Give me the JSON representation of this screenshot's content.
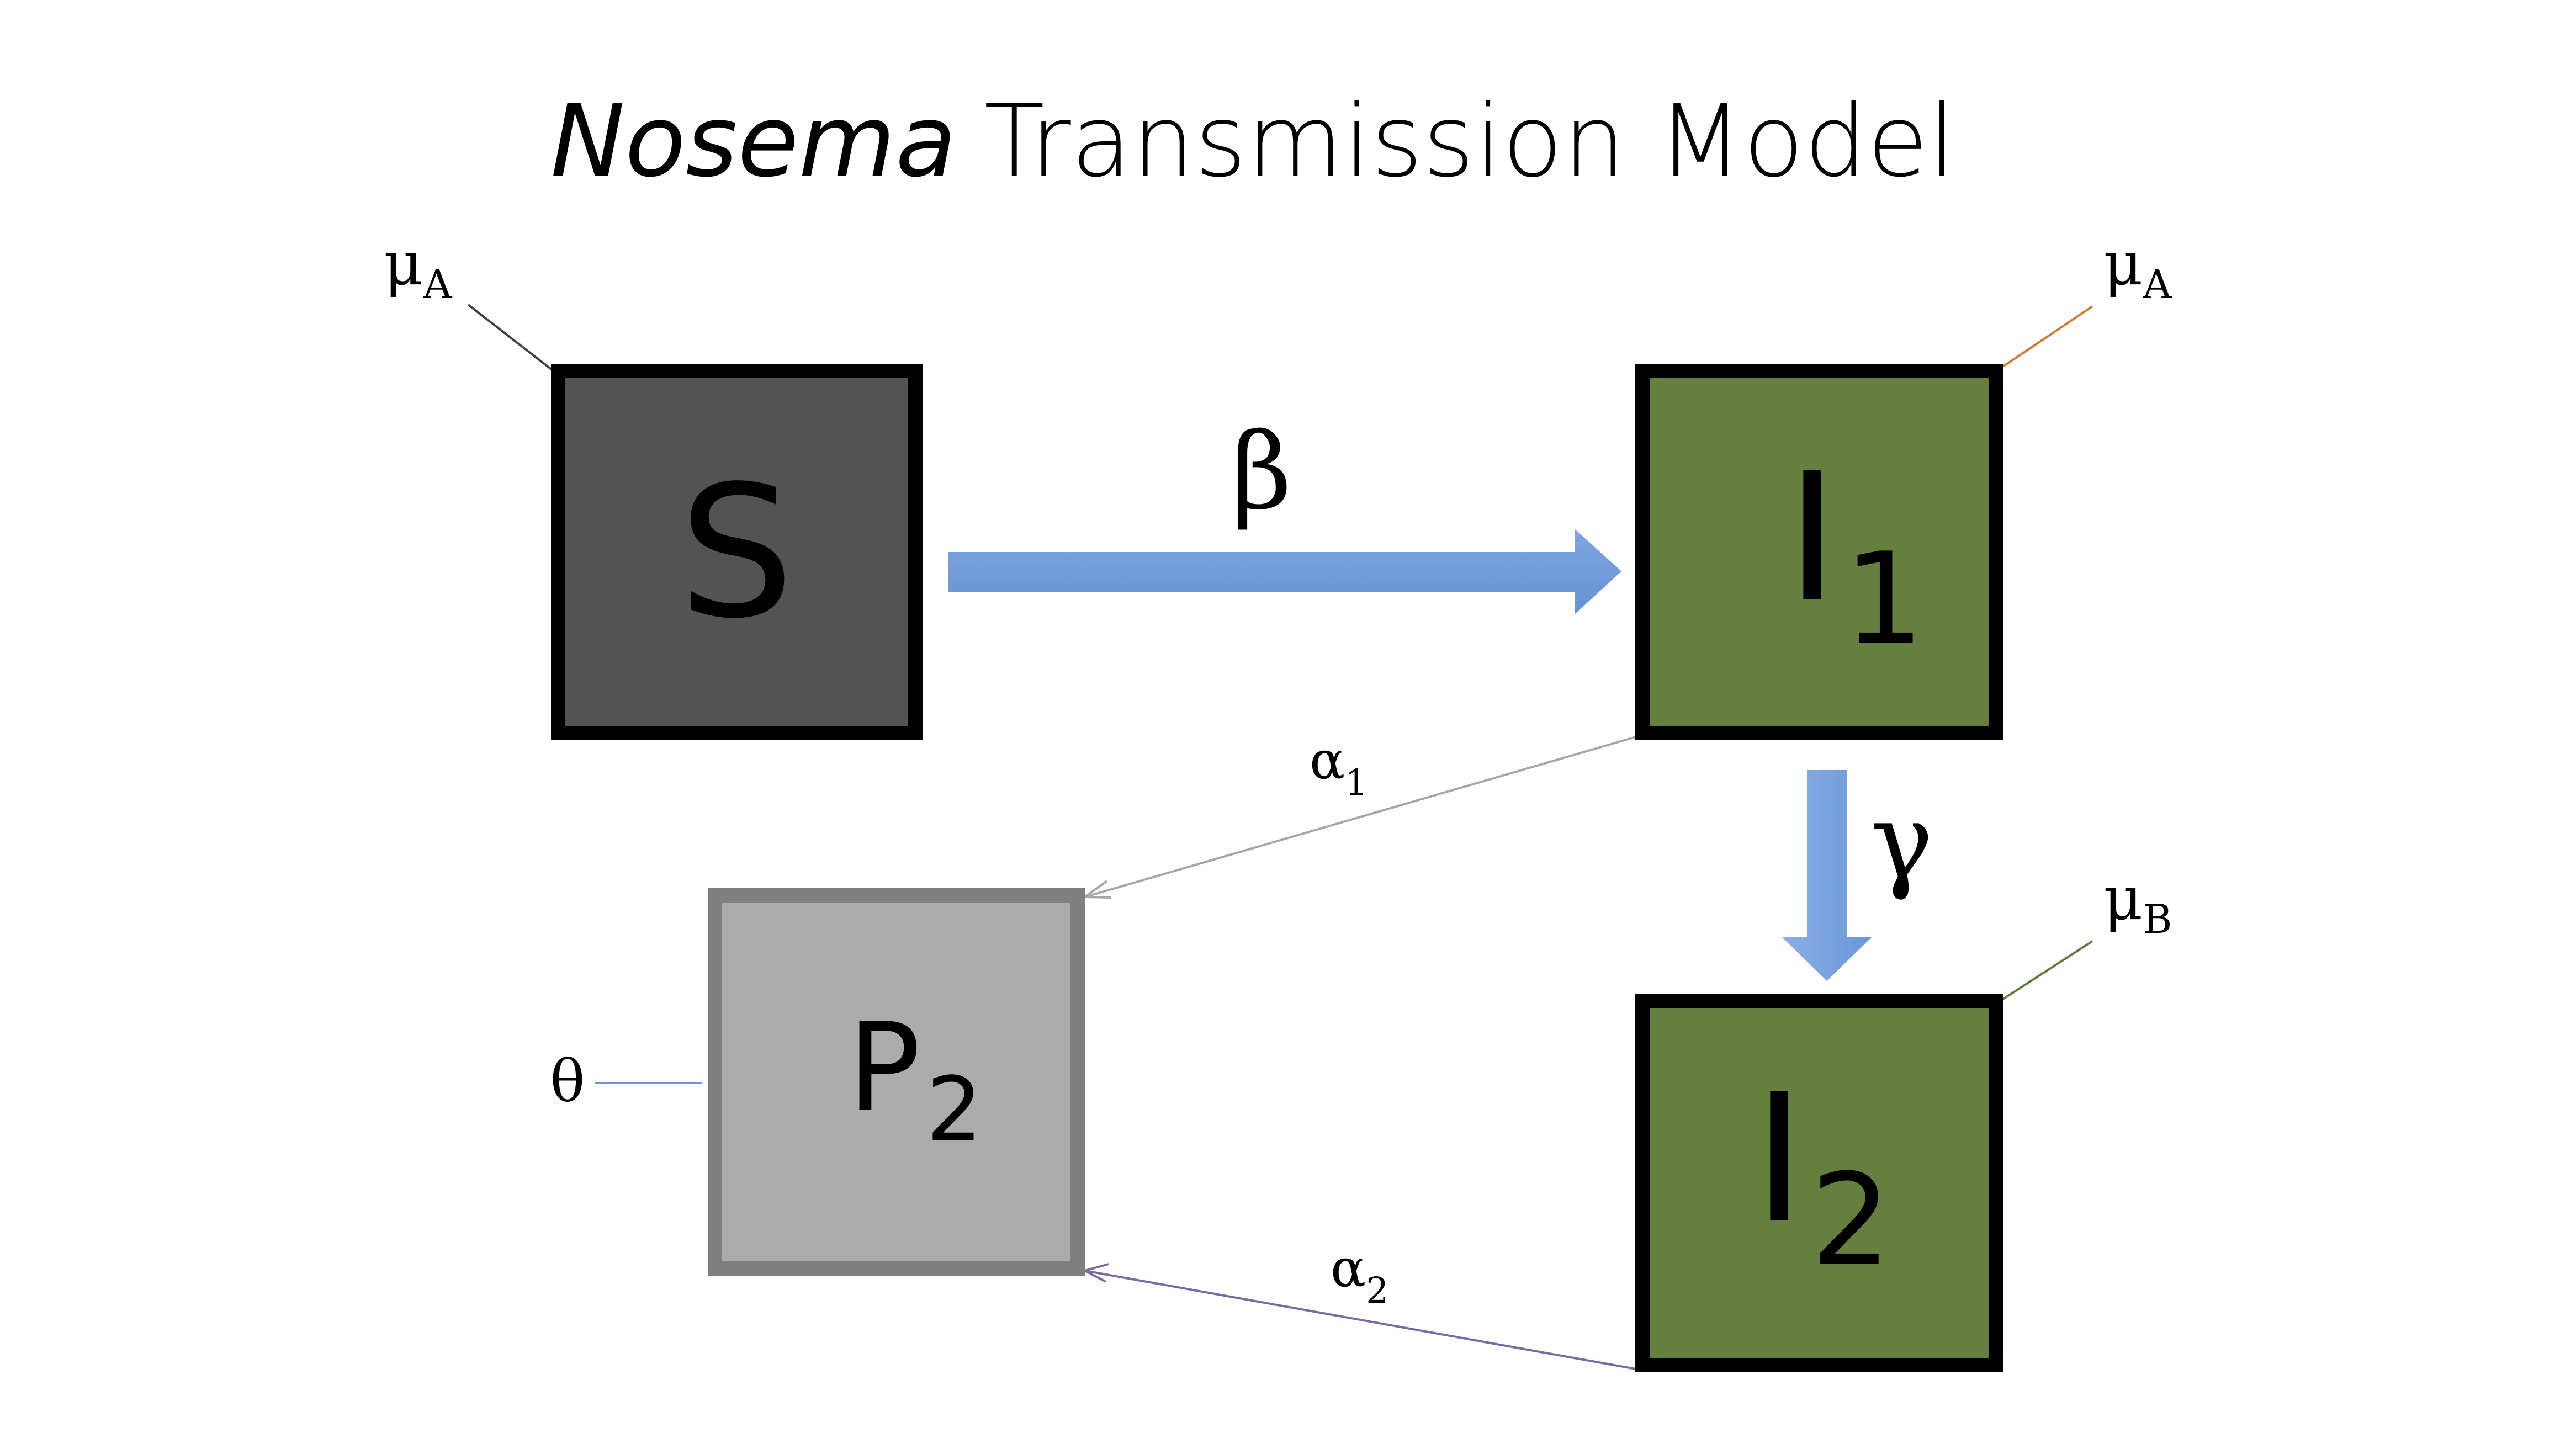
{
  "diagram": {
    "title": {
      "italic": "Nosema",
      "rest": "Transmission Model"
    },
    "nodes": {
      "S": {
        "main": "S",
        "sub": "",
        "fill": "#535353",
        "border": "#000000"
      },
      "I1": {
        "main": "I",
        "sub": "1",
        "fill": "#647f3e",
        "border": "#000000"
      },
      "P2": {
        "main": "P",
        "sub": "2",
        "fill": "#ababab",
        "border": "#7f7f7f"
      },
      "I2": {
        "main": "I",
        "sub": "2",
        "fill": "#647f3e",
        "border": "#000000"
      }
    },
    "edges": {
      "beta": {
        "label": "β",
        "from": "S",
        "to": "I1",
        "color": "#6a98d8"
      },
      "gamma": {
        "label": "γ",
        "from": "I1",
        "to": "I2",
        "color": "#6a98d8"
      },
      "alpha1": {
        "main": "α",
        "sub": "1",
        "from": "I1",
        "to": "P2",
        "color": "#a6a6a6"
      },
      "alpha2": {
        "main": "α",
        "sub": "2",
        "from": "I2",
        "to": "P2",
        "color": "#7a68a8"
      }
    },
    "rates": {
      "muS": {
        "main": "μ",
        "sub": "A",
        "node": "S",
        "color": "#404040"
      },
      "muI1": {
        "main": "μ",
        "sub": "A",
        "node": "I1",
        "color": "#d2782e"
      },
      "muI2": {
        "main": "μ",
        "sub": "B",
        "node": "I2",
        "color": "#5c7a3a"
      },
      "theta": {
        "label": "θ",
        "node": "P2",
        "color": "#6a98d8"
      }
    }
  }
}
